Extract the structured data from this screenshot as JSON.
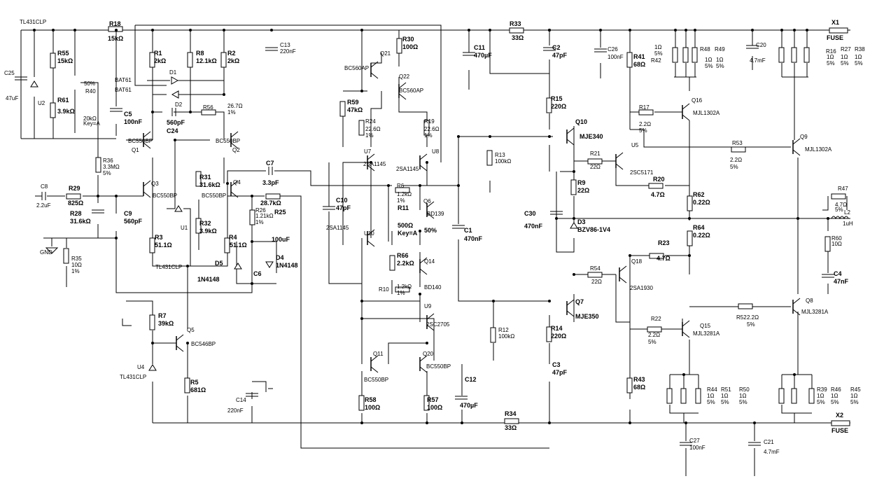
{
  "labels": [
    {
      "id": "tl431-top",
      "text": "TL431CLP",
      "b": false
    },
    {
      "id": "r18",
      "text": "R18",
      "b": true
    },
    {
      "id": "r18v",
      "text": "15kΩ",
      "b": true
    },
    {
      "id": "r55",
      "text": "R55",
      "b": true
    },
    {
      "id": "r55v",
      "text": "15kΩ",
      "b": true
    },
    {
      "id": "c25",
      "text": "C25",
      "b": false
    },
    {
      "id": "c25v",
      "text": "47uF",
      "b": false
    },
    {
      "id": "u2",
      "text": "U2",
      "b": false
    },
    {
      "id": "r61",
      "text": "R61",
      "b": true
    },
    {
      "id": "r61v",
      "text": "3.9kΩ",
      "b": true
    },
    {
      "id": "r40",
      "text": "R40",
      "b": false
    },
    {
      "id": "r40p",
      "text": "50%",
      "b": false
    },
    {
      "id": "r40v",
      "text": "20kΩ",
      "b": false
    },
    {
      "id": "r40k",
      "text": "Key=A",
      "b": false
    },
    {
      "id": "c5",
      "text": "C5",
      "b": true
    },
    {
      "id": "c5v",
      "text": "100nF",
      "b": true
    },
    {
      "id": "r1",
      "text": "R1",
      "b": true
    },
    {
      "id": "r1v",
      "text": "2kΩ",
      "b": true
    },
    {
      "id": "r8",
      "text": "R8",
      "b": true
    },
    {
      "id": "r8v",
      "text": "12.1kΩ",
      "b": true
    },
    {
      "id": "r2",
      "text": "R2",
      "b": true
    },
    {
      "id": "r2v",
      "text": "2kΩ",
      "b": true
    },
    {
      "id": "c13",
      "text": "C13",
      "b": false
    },
    {
      "id": "c13v",
      "text": "220nF",
      "b": false
    },
    {
      "id": "d1",
      "text": "D1",
      "b": false
    },
    {
      "id": "bat1",
      "text": "BAT61",
      "b": false
    },
    {
      "id": "bat2",
      "text": "BAT61",
      "b": false
    },
    {
      "id": "d2",
      "text": "D2",
      "b": false
    },
    {
      "id": "c24v",
      "text": "560pF",
      "b": true
    },
    {
      "id": "c24",
      "text": "C24",
      "b": true
    },
    {
      "id": "r56",
      "text": "R56",
      "b": false
    },
    {
      "id": "r56v",
      "text": "26.7Ω",
      "b": false
    },
    {
      "id": "r56t",
      "text": "1%",
      "b": false
    },
    {
      "id": "q1t",
      "text": "BC550BP",
      "b": false
    },
    {
      "id": "q1",
      "text": "Q1",
      "b": false
    },
    {
      "id": "q2t",
      "text": "BC550BP",
      "b": false
    },
    {
      "id": "q2",
      "text": "Q2",
      "b": false
    },
    {
      "id": "r36",
      "text": "R36",
      "b": false
    },
    {
      "id": "r36v",
      "text": "3.3MΩ",
      "b": false
    },
    {
      "id": "r36t",
      "text": "5%",
      "b": false
    },
    {
      "id": "c8",
      "text": "C8",
      "b": false
    },
    {
      "id": "c8v",
      "text": "2.2uF",
      "b": false
    },
    {
      "id": "r29",
      "text": "R29",
      "b": true
    },
    {
      "id": "r29v",
      "text": "825Ω",
      "b": true
    },
    {
      "id": "q3",
      "text": "Q3",
      "b": false
    },
    {
      "id": "q3t",
      "text": "BC550BP",
      "b": false
    },
    {
      "id": "r31",
      "text": "R31",
      "b": true
    },
    {
      "id": "r31v",
      "text": "31.6kΩ",
      "b": true
    },
    {
      "id": "q4",
      "text": "Q4",
      "b": false
    },
    {
      "id": "q4t",
      "text": "BC550BP",
      "b": false
    },
    {
      "id": "r28",
      "text": "R28",
      "b": true
    },
    {
      "id": "r28v",
      "text": "31.6kΩ",
      "b": true
    },
    {
      "id": "c9",
      "text": "C9",
      "b": true
    },
    {
      "id": "c9v",
      "text": "560pF",
      "b": true
    },
    {
      "id": "u1",
      "text": "U1",
      "b": false
    },
    {
      "id": "r32",
      "text": "R32",
      "b": true
    },
    {
      "id": "r32v",
      "text": "3.9kΩ",
      "b": true
    },
    {
      "id": "gnd",
      "text": "GND",
      "b": false
    },
    {
      "id": "r35",
      "text": "R35",
      "b": false
    },
    {
      "id": "r35v",
      "text": "10Ω",
      "b": false
    },
    {
      "id": "r35t",
      "text": "1%",
      "b": false
    },
    {
      "id": "r3",
      "text": "R3",
      "b": true
    },
    {
      "id": "r3v",
      "text": "51.1Ω",
      "b": true
    },
    {
      "id": "r4",
      "text": "R4",
      "b": true
    },
    {
      "id": "r4v",
      "text": "51.1Ω",
      "b": true
    },
    {
      "id": "tl431-mid",
      "text": "TL431CLP",
      "b": false
    },
    {
      "id": "d5",
      "text": "D5",
      "b": true
    },
    {
      "id": "d5t",
      "text": "1N4148",
      "b": true
    },
    {
      "id": "c7",
      "text": "C7",
      "b": true
    },
    {
      "id": "c7v",
      "text": "3.3pF",
      "b": true
    },
    {
      "id": "r25v",
      "text": "28.7kΩ",
      "b": true
    },
    {
      "id": "r25",
      "text": "R25",
      "b": true
    },
    {
      "id": "r26",
      "text": "R26",
      "b": false
    },
    {
      "id": "r26v",
      "text": "1.21kΩ",
      "b": false
    },
    {
      "id": "r26t",
      "text": "1%",
      "b": false
    },
    {
      "id": "c6c",
      "text": "100uF",
      "b": true
    },
    {
      "id": "c6",
      "text": "C6",
      "b": true
    },
    {
      "id": "d4",
      "text": "D4",
      "b": true
    },
    {
      "id": "d4t",
      "text": "1N4148",
      "b": true
    },
    {
      "id": "r7",
      "text": "R7",
      "b": true
    },
    {
      "id": "r7v",
      "text": "39kΩ",
      "b": true
    },
    {
      "id": "q5",
      "text": "Q5",
      "b": false
    },
    {
      "id": "q5t",
      "text": "BC546BP",
      "b": false
    },
    {
      "id": "u4",
      "text": "U4",
      "b": false
    },
    {
      "id": "tl431-bot",
      "text": "TL431CLP",
      "b": false
    },
    {
      "id": "r5",
      "text": "R5",
      "b": true
    },
    {
      "id": "r5v",
      "text": "681Ω",
      "b": true
    },
    {
      "id": "c14",
      "text": "C14",
      "b": false
    },
    {
      "id": "c14v",
      "text": "220nF",
      "b": false
    },
    {
      "id": "r30",
      "text": "R30",
      "b": true
    },
    {
      "id": "r30v",
      "text": "100Ω",
      "b": true
    },
    {
      "id": "q21",
      "text": "Q21",
      "b": false
    },
    {
      "id": "q21t",
      "text": "BC560AP",
      "b": false
    },
    {
      "id": "q22",
      "text": "Q22",
      "b": false
    },
    {
      "id": "q22t",
      "text": "BC560AP",
      "b": false
    },
    {
      "id": "r59",
      "text": "R59",
      "b": true
    },
    {
      "id": "r59v",
      "text": "47kΩ",
      "b": true
    },
    {
      "id": "r24",
      "text": "R24",
      "b": false
    },
    {
      "id": "r24v",
      "text": "22.6Ω",
      "b": false
    },
    {
      "id": "r24t",
      "text": "1%",
      "b": false
    },
    {
      "id": "r19",
      "text": "R19",
      "b": false
    },
    {
      "id": "r19v",
      "text": "22.6Ω",
      "b": false
    },
    {
      "id": "r19t",
      "text": "1%",
      "b": false
    },
    {
      "id": "u7",
      "text": "U7",
      "b": false
    },
    {
      "id": "u7t",
      "text": "2SA1145",
      "b": false
    },
    {
      "id": "u8",
      "text": "U8",
      "b": false
    },
    {
      "id": "u8t",
      "text": "2SA1145",
      "b": false
    },
    {
      "id": "c10",
      "text": "C10",
      "b": true
    },
    {
      "id": "c10v",
      "text": "47pF",
      "b": true
    },
    {
      "id": "r6",
      "text": "R6",
      "b": false
    },
    {
      "id": "r6v",
      "text": "1.2kΩ",
      "b": false
    },
    {
      "id": "r6t",
      "text": "1%",
      "b": false
    },
    {
      "id": "r11",
      "text": "R11",
      "b": true
    },
    {
      "id": "r11v",
      "text": "500Ω",
      "b": true
    },
    {
      "id": "r11k",
      "text": "Key=A",
      "b": true
    },
    {
      "id": "r11p",
      "text": "50%",
      "b": true
    },
    {
      "id": "q6",
      "text": "Q6",
      "b": false
    },
    {
      "id": "q6t",
      "text": "BD139",
      "b": false
    },
    {
      "id": "u10t",
      "text": "2SA1145",
      "b": false
    },
    {
      "id": "u10",
      "text": "U10",
      "b": false
    },
    {
      "id": "r66",
      "text": "R66",
      "b": true
    },
    {
      "id": "r66v",
      "text": "2.2kΩ",
      "b": true
    },
    {
      "id": "q14",
      "text": "Q14",
      "b": false
    },
    {
      "id": "r10",
      "text": "R10",
      "b": false
    },
    {
      "id": "r10v",
      "text": "1.2kΩ",
      "b": false
    },
    {
      "id": "r10t",
      "text": "1%",
      "b": false
    },
    {
      "id": "bd140",
      "text": "BD140",
      "b": false
    },
    {
      "id": "u9",
      "text": "U9",
      "b": false
    },
    {
      "id": "u9t",
      "text": "2SC2705",
      "b": false
    },
    {
      "id": "q11",
      "text": "Q11",
      "b": false
    },
    {
      "id": "q11t",
      "text": "BC550BP",
      "b": false
    },
    {
      "id": "q20",
      "text": "Q20",
      "b": false
    },
    {
      "id": "q20t",
      "text": "BC550BP",
      "b": false
    },
    {
      "id": "r58",
      "text": "R58",
      "b": true
    },
    {
      "id": "r58v",
      "text": "100Ω",
      "b": true
    },
    {
      "id": "r57",
      "text": "R57",
      "b": true
    },
    {
      "id": "r57v",
      "text": "100Ω",
      "b": true
    },
    {
      "id": "c12",
      "text": "C12",
      "b": true
    },
    {
      "id": "c12v",
      "text": "470µF",
      "b": true
    },
    {
      "id": "c11",
      "text": "C11",
      "b": true
    },
    {
      "id": "c11v",
      "text": "470µF",
      "b": true
    },
    {
      "id": "r33",
      "text": "R33",
      "b": true
    },
    {
      "id": "r33v",
      "text": "33Ω",
      "b": true
    },
    {
      "id": "c2",
      "text": "C2",
      "b": true
    },
    {
      "id": "c2v",
      "text": "47pF",
      "b": true
    },
    {
      "id": "c26",
      "text": "C26",
      "b": false
    },
    {
      "id": "c26v",
      "text": "100nF",
      "b": false
    },
    {
      "id": "r15",
      "text": "R15",
      "b": true
    },
    {
      "id": "r15v",
      "text": "220Ω",
      "b": true
    },
    {
      "id": "q10",
      "text": "Q10",
      "b": true
    },
    {
      "id": "q10t",
      "text": "MJE340",
      "b": true
    },
    {
      "id": "r13",
      "text": "R13",
      "b": false
    },
    {
      "id": "r13v",
      "text": "100kΩ",
      "b": false
    },
    {
      "id": "c1",
      "text": "C1",
      "b": true
    },
    {
      "id": "c1v",
      "text": "470nF",
      "b": true
    },
    {
      "id": "r21",
      "text": "R21",
      "b": false
    },
    {
      "id": "r21v",
      "text": "22Ω",
      "b": false
    },
    {
      "id": "r9",
      "text": "R9",
      "b": true
    },
    {
      "id": "r9v",
      "text": "22Ω",
      "b": true
    },
    {
      "id": "c30",
      "text": "C30",
      "b": true
    },
    {
      "id": "c30v",
      "text": "470nF",
      "b": true
    },
    {
      "id": "d3",
      "text": "D3",
      "b": true
    },
    {
      "id": "d3t",
      "text": "BZV86-1V4",
      "b": true
    },
    {
      "id": "r54",
      "text": "R54",
      "b": false
    },
    {
      "id": "r54v",
      "text": "22Ω",
      "b": false
    },
    {
      "id": "q7",
      "text": "Q7",
      "b": true
    },
    {
      "id": "q7t",
      "text": "MJE350",
      "b": true
    },
    {
      "id": "r12",
      "text": "R12",
      "b": false
    },
    {
      "id": "r12v",
      "text": "100kΩ",
      "b": false
    },
    {
      "id": "r14",
      "text": "R14",
      "b": true
    },
    {
      "id": "r14v",
      "text": "220Ω",
      "b": true
    },
    {
      "id": "c3",
      "text": "C3",
      "b": true
    },
    {
      "id": "c3v",
      "text": "47pF",
      "b": true
    },
    {
      "id": "r34",
      "text": "R34",
      "b": true
    },
    {
      "id": "r34v",
      "text": "33Ω",
      "b": true
    },
    {
      "id": "r41a",
      "text": "R41",
      "b": true
    },
    {
      "id": "r41av",
      "text": "68Ω",
      "b": true
    },
    {
      "id": "r42v",
      "text": "1Ω",
      "b": false
    },
    {
      "id": "r42t",
      "text": "5%",
      "b": false
    },
    {
      "id": "r42",
      "text": "R42",
      "b": false
    },
    {
      "id": "r48",
      "text": "R48",
      "b": false
    },
    {
      "id": "r48v",
      "text": "1Ω",
      "b": false
    },
    {
      "id": "r48t",
      "text": "5%",
      "b": false
    },
    {
      "id": "r49",
      "text": "R49",
      "b": false
    },
    {
      "id": "r49v",
      "text": "1Ω",
      "b": false
    },
    {
      "id": "r49t",
      "text": "5%",
      "b": false
    },
    {
      "id": "c20",
      "text": "C20",
      "b": false
    },
    {
      "id": "c20v",
      "text": "4.7mF",
      "b": false
    },
    {
      "id": "x1",
      "text": "X1",
      "b": true
    },
    {
      "id": "x1f",
      "text": "FUSE",
      "b": true
    },
    {
      "id": "r16",
      "text": "R16",
      "b": false
    },
    {
      "id": "r16v",
      "text": "1Ω",
      "b": false
    },
    {
      "id": "r16t",
      "text": "5%",
      "b": false
    },
    {
      "id": "r27",
      "text": "R27",
      "b": false
    },
    {
      "id": "r27v",
      "text": "1Ω",
      "b": false
    },
    {
      "id": "r27t",
      "text": "5%",
      "b": false
    },
    {
      "id": "r38",
      "text": "R38",
      "b": false
    },
    {
      "id": "r38v",
      "text": "1Ω",
      "b": false
    },
    {
      "id": "r38t",
      "text": "5%",
      "b": false
    },
    {
      "id": "r17",
      "text": "R17",
      "b": false
    },
    {
      "id": "r17v",
      "text": "2.2Ω",
      "b": false
    },
    {
      "id": "r17t",
      "text": "5%",
      "b": false
    },
    {
      "id": "q16",
      "text": "Q16",
      "b": false
    },
    {
      "id": "q16t",
      "text": "MJL1302A",
      "b": false
    },
    {
      "id": "u5",
      "text": "U5",
      "b": false
    },
    {
      "id": "u5t",
      "text": "2SC5171",
      "b": false
    },
    {
      "id": "r53",
      "text": "R53",
      "b": false
    },
    {
      "id": "r53v",
      "text": "2.2Ω",
      "b": false
    },
    {
      "id": "r53t",
      "text": "5%",
      "b": false
    },
    {
      "id": "q9",
      "text": "Q9",
      "b": false
    },
    {
      "id": "q9t",
      "text": "MJL1302A",
      "b": false
    },
    {
      "id": "r20",
      "text": "R20",
      "b": true
    },
    {
      "id": "r20v",
      "text": "4.7Ω",
      "b": true
    },
    {
      "id": "r62",
      "text": "R62",
      "b": true
    },
    {
      "id": "r62v",
      "text": "0.22Ω",
      "b": true
    },
    {
      "id": "r47",
      "text": "R47",
      "b": false
    },
    {
      "id": "r47v",
      "text": "4.7Ω",
      "b": false
    },
    {
      "id": "r47t",
      "text": "5%",
      "b": false
    },
    {
      "id": "l2",
      "text": "L2",
      "b": false
    },
    {
      "id": "l2v",
      "text": "1uH",
      "b": false
    },
    {
      "id": "r64",
      "text": "R64",
      "b": true
    },
    {
      "id": "r64v",
      "text": "0.22Ω",
      "b": true
    },
    {
      "id": "r60",
      "text": "R60",
      "b": false
    },
    {
      "id": "r60v",
      "text": "10Ω",
      "b": false
    },
    {
      "id": "r23",
      "text": "R23",
      "b": true
    },
    {
      "id": "r23v",
      "text": "4.7Ω",
      "b": true
    },
    {
      "id": "c4",
      "text": "C4",
      "b": true
    },
    {
      "id": "c4v",
      "text": "47nF",
      "b": true
    },
    {
      "id": "q18",
      "text": "Q18",
      "b": false
    },
    {
      "id": "q18t",
      "text": "2SA1930",
      "b": false
    },
    {
      "id": "q8",
      "text": "Q8",
      "b": false
    },
    {
      "id": "q8t",
      "text": "MJL3281A",
      "b": false
    },
    {
      "id": "r52",
      "text": "R52",
      "b": false
    },
    {
      "id": "r52v",
      "text": "2.2Ω",
      "b": false
    },
    {
      "id": "r52t",
      "text": "5%",
      "b": false
    },
    {
      "id": "r22",
      "text": "R22",
      "b": false
    },
    {
      "id": "r22v",
      "text": "2.2Ω",
      "b": false
    },
    {
      "id": "r22t",
      "text": "5%",
      "b": false
    },
    {
      "id": "q15",
      "text": "Q15",
      "b": false
    },
    {
      "id": "q15t",
      "text": "MJL3281A",
      "b": false
    },
    {
      "id": "r43",
      "text": "R43",
      "b": true
    },
    {
      "id": "r43v",
      "text": "68Ω",
      "b": true
    },
    {
      "id": "r44",
      "text": "R44",
      "b": false
    },
    {
      "id": "r44v",
      "text": "1Ω",
      "b": false
    },
    {
      "id": "r44t",
      "text": "5%",
      "b": false
    },
    {
      "id": "r51",
      "text": "R51",
      "b": false
    },
    {
      "id": "r51v",
      "text": "1Ω",
      "b": false
    },
    {
      "id": "r51t",
      "text": "5%",
      "b": false
    },
    {
      "id": "r50",
      "text": "R50",
      "b": false
    },
    {
      "id": "r50v",
      "text": "1Ω",
      "b": false
    },
    {
      "id": "r50t",
      "text": "5%",
      "b": false
    },
    {
      "id": "r39",
      "text": "R39",
      "b": false
    },
    {
      "id": "r39v",
      "text": "1Ω",
      "b": false
    },
    {
      "id": "r39t",
      "text": "5%",
      "b": false
    },
    {
      "id": "r46",
      "text": "R46",
      "b": false
    },
    {
      "id": "r46v",
      "text": "1Ω",
      "b": false
    },
    {
      "id": "r46t",
      "text": "5%",
      "b": false
    },
    {
      "id": "r45",
      "text": "R45",
      "b": false
    },
    {
      "id": "r45v",
      "text": "1Ω",
      "b": false
    },
    {
      "id": "r45t",
      "text": "5%",
      "b": false
    },
    {
      "id": "x2",
      "text": "X2",
      "b": true
    },
    {
      "id": "x2f",
      "text": "FUSE",
      "b": true
    },
    {
      "id": "c27",
      "text": "C27",
      "b": false
    },
    {
      "id": "c27v",
      "text": "100nF",
      "b": false
    },
    {
      "id": "c21",
      "text": "C21",
      "b": false
    },
    {
      "id": "c21v",
      "text": "4.7mF",
      "b": false
    }
  ]
}
